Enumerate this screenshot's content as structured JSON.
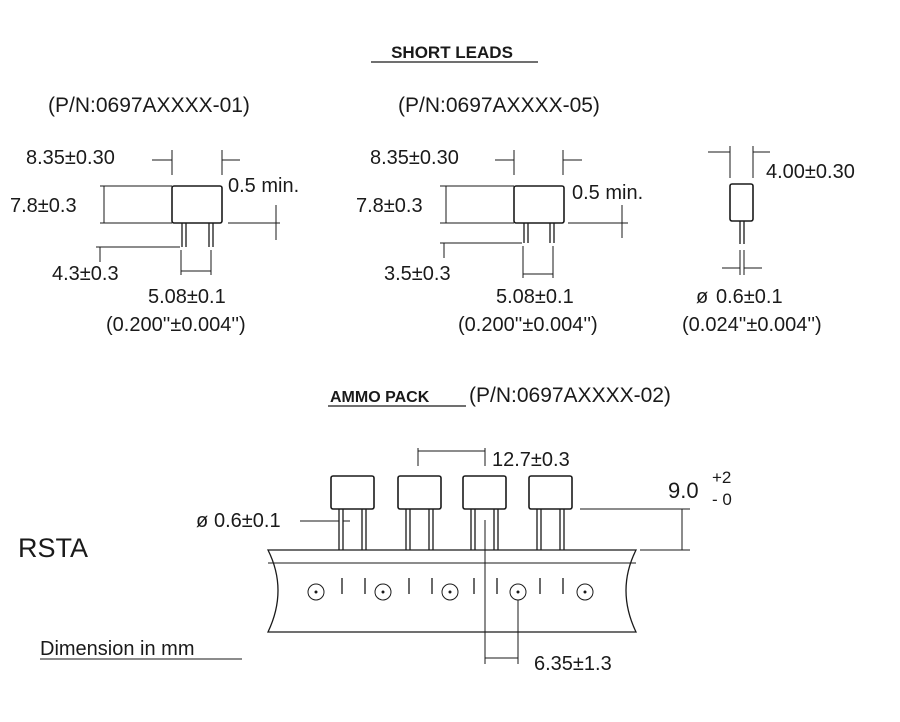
{
  "short_leads": {
    "title": "SHORT LEADS",
    "part_01": {
      "pn": "(P/N:0697AXXXX-01)",
      "width": "8.35±0.30",
      "height": "7.8±0.3",
      "gap": "0.5 min.",
      "lead_length": "4.3±0.3",
      "pitch": "5.08±0.1",
      "pitch_in": "(0.200''±0.004'')"
    },
    "part_05": {
      "pn": "(P/N:0697AXXXX-05)",
      "width": "8.35±0.30",
      "height": "7.8±0.3",
      "gap": "0.5 min.",
      "lead_length": "3.5±0.3",
      "pitch": "5.08±0.1",
      "pitch_in": "(0.200''±0.004'')"
    },
    "side_view": {
      "thickness": "4.00±0.30",
      "lead_dia": "0.6±0.1",
      "lead_dia_in": "(0.024''±0.004'')",
      "dia_symbol": "ø"
    }
  },
  "ammo_pack": {
    "title": "AMMO PACK",
    "pn": "(P/N:0697AXXXX-02)",
    "pitch": "12.7±0.3",
    "height_base": "9.0",
    "height_tol_plus": "+2",
    "height_tol_minus": "- 0",
    "lead_dia": "0.6±0.1",
    "dia_symbol": "ø",
    "hole_pitch": "6.35±1.3"
  },
  "series": "RSTA",
  "footer": "Dimension in mm"
}
